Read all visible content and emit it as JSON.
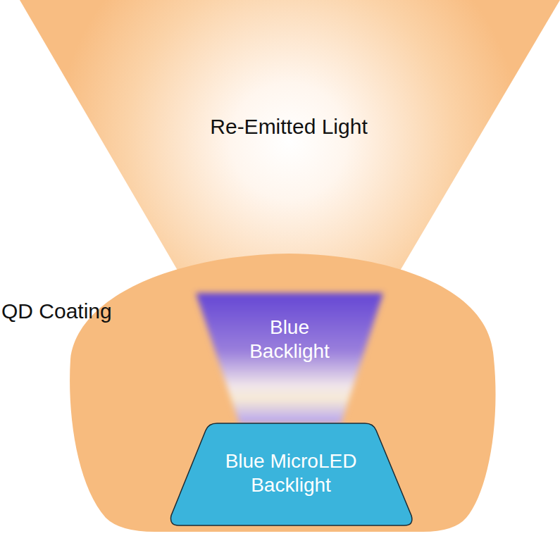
{
  "diagram": {
    "nodes": [
      {
        "text": [
          "Re-Emitted Light"
        ]
      },
      {
        "text": [
          "QD Coating"
        ]
      },
      {
        "text": [
          "Blue Backlight"
        ],
        "in": 1
      },
      {
        "text": [
          "Blue MicroLED Backlight"
        ],
        "in": 1
      }
    ]
  }
}
